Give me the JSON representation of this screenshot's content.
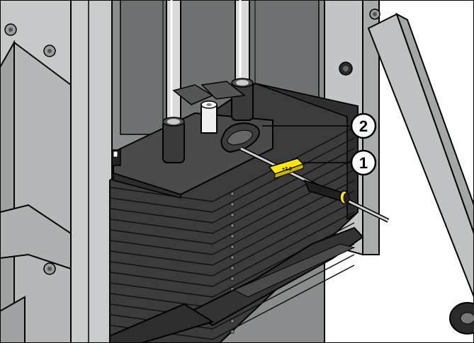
{
  "callouts": [
    {
      "label": "1",
      "part": "weight-selector-pin"
    },
    {
      "label": "2",
      "part": "selector-handle"
    }
  ],
  "colors": {
    "frame": "#b9bcbd",
    "frame_dark": "#8d9092",
    "plate": "#3a3a3a",
    "plate_edge": "#222222",
    "guide_rod": "#d8d8d8",
    "pin_yellow": "#ffe600",
    "background": "#ffffff"
  }
}
